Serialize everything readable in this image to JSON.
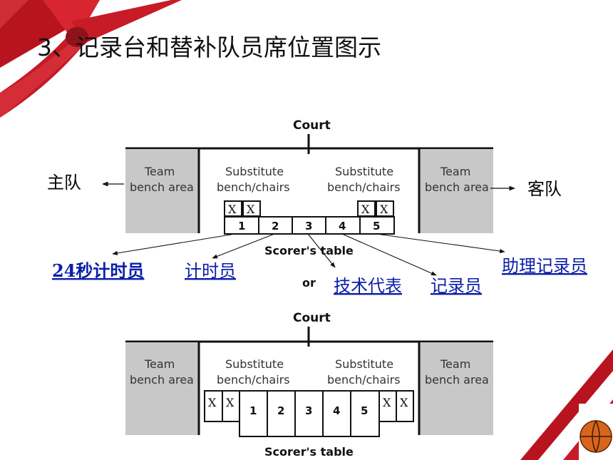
{
  "title": "3、记录台和替补队员席位置图示",
  "diagram_top": {
    "court_label": "Court",
    "left_team_area": [
      "Team",
      "bench area"
    ],
    "left_substitute": [
      "Substitute",
      "bench/chairs"
    ],
    "right_substitute": [
      "Substitute",
      "bench/chairs"
    ],
    "right_team_area": [
      "Team",
      "bench area"
    ],
    "x_mark": "X",
    "seats": [
      "1",
      "2",
      "3",
      "4",
      "5"
    ],
    "scorer_label": "Scorer's table",
    "home_team": "主队",
    "away_team": "客队"
  },
  "officials": {
    "shot_clock": "24秒计时员",
    "timer": "计时员",
    "tech_delegate": "技术代表",
    "scorer": "记录员",
    "assistant_scorer": "助理记录员"
  },
  "or_label": "or",
  "diagram_bottom": {
    "court_label": "Court",
    "left_team_area": [
      "Team",
      "bench area"
    ],
    "left_substitute": [
      "Substitute",
      "bench/chairs"
    ],
    "right_substitute": [
      "Substitute",
      "bench/chairs"
    ],
    "right_team_area": [
      "Team",
      "bench area"
    ],
    "x_mark": "X",
    "seats": [
      "1",
      "2",
      "3",
      "4",
      "5"
    ],
    "scorer_label": "Scorer's table"
  },
  "colors": {
    "ribbon": "#c8202a",
    "ribbon_dark": "#8e1219",
    "bench_gray": "#c8c8c8",
    "link": "#0b1ea8",
    "basketball": "#d9651c"
  }
}
